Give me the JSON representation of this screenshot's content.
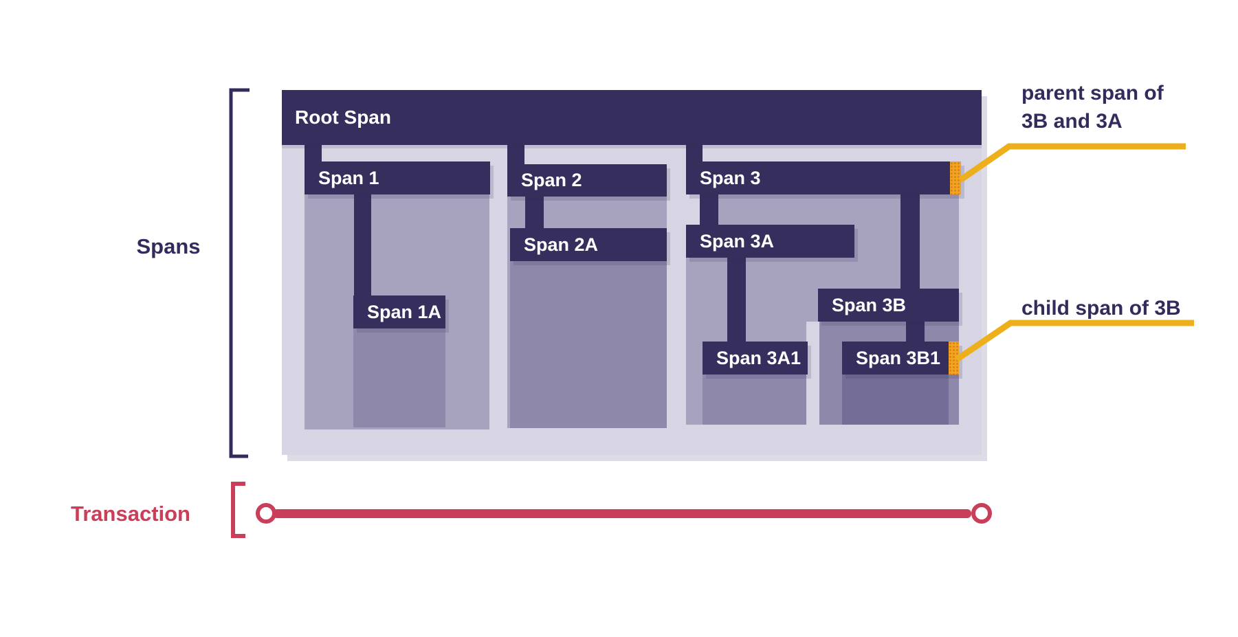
{
  "labels": {
    "spans": "Spans",
    "transaction": "Transaction"
  },
  "trace": {
    "root": {
      "label": "Root Span"
    },
    "spans": [
      {
        "label": "Span 1",
        "parent": "Root Span"
      },
      {
        "label": "Span 1A",
        "parent": "Span 1"
      },
      {
        "label": "Span 2",
        "parent": "Root Span"
      },
      {
        "label": "Span 2A",
        "parent": "Span 2"
      },
      {
        "label": "Span 3",
        "parent": "Root Span",
        "highlighted": true
      },
      {
        "label": "Span 3A",
        "parent": "Span 3"
      },
      {
        "label": "Span 3A1",
        "parent": "Span 3A"
      },
      {
        "label": "Span 3B",
        "parent": "Span 3"
      },
      {
        "label": "Span 3B1",
        "parent": "Span 3B",
        "highlighted": true
      }
    ]
  },
  "annotations": {
    "parent_line1": "parent span of",
    "parent_line2": "3B and 3A",
    "child": "child span of 3B"
  },
  "colors": {
    "span_bar_navy": "#362e5c",
    "container_lavender": "#d7d5e3",
    "duration_medium": "#a7a3be",
    "duration_dark": "#8e89ab",
    "duration_darkest": "#736d97",
    "highlight_orange": "#f2a41e",
    "callout_yellow": "#edb01c",
    "transaction_red": "#c93e58",
    "label_navy": "#332b5c"
  }
}
